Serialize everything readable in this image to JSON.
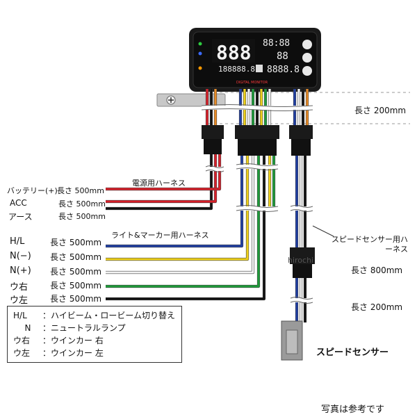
{
  "colors": {
    "red": "#d8202a",
    "black": "#111111",
    "blue": "#1f3ea3",
    "yellow": "#f0d21c",
    "white_wire": "#f4f4f4",
    "green": "#1e9c3a",
    "orange": "#e98b26",
    "panel": "#141414",
    "lcd_red": "#ff2b2b"
  },
  "device": {
    "main_digits": "888",
    "top_readout": "88:88",
    "odometer": "188888.8",
    "trip": "8888.8",
    "small_digits": "88",
    "brand": "DIGITAL MONITOR"
  },
  "harness_groups": {
    "power": "電源用ハーネス",
    "light": "ライト&マーカー用ハーネス",
    "speed": "スピードセンサー用ハーネス"
  },
  "power_wires": [
    {
      "name": "バッテリー(+)",
      "length": "長さ 500mm",
      "color": "red"
    },
    {
      "name": "ACC",
      "length": "長さ 500mm",
      "color": "red"
    },
    {
      "name": "アース",
      "length": "長さ 500mm",
      "color": "black"
    }
  ],
  "light_wires": [
    {
      "name": "H/L",
      "length": "長さ 500mm",
      "color": "blue"
    },
    {
      "name": "N(−)",
      "length": "長さ 500mm",
      "color": "yellow"
    },
    {
      "name": "N(+)",
      "length": "長さ 500mm",
      "color": "white_wire"
    },
    {
      "name": "ウ右",
      "length": "長さ 500mm",
      "color": "green"
    },
    {
      "name": "ウ左",
      "length": "長さ 500mm",
      "color": "black"
    }
  ],
  "lengths": {
    "top": "長さ 200mm",
    "speed_harness": "長さ 800mm",
    "sensor": "長さ 200mm"
  },
  "speed_sensor_label": "スピードセンサー",
  "legend": [
    {
      "key": "H/L",
      "desc": "ハイビーム・ロービーム切り替え"
    },
    {
      "key": "N",
      "desc": "ニュートラルランプ"
    },
    {
      "key": "ウ右",
      "desc": "ウインカー 右"
    },
    {
      "key": "ウ左",
      "desc": "ウインカー 左"
    }
  ],
  "watermark": "hirochi",
  "footer_note": "写真は参考です"
}
